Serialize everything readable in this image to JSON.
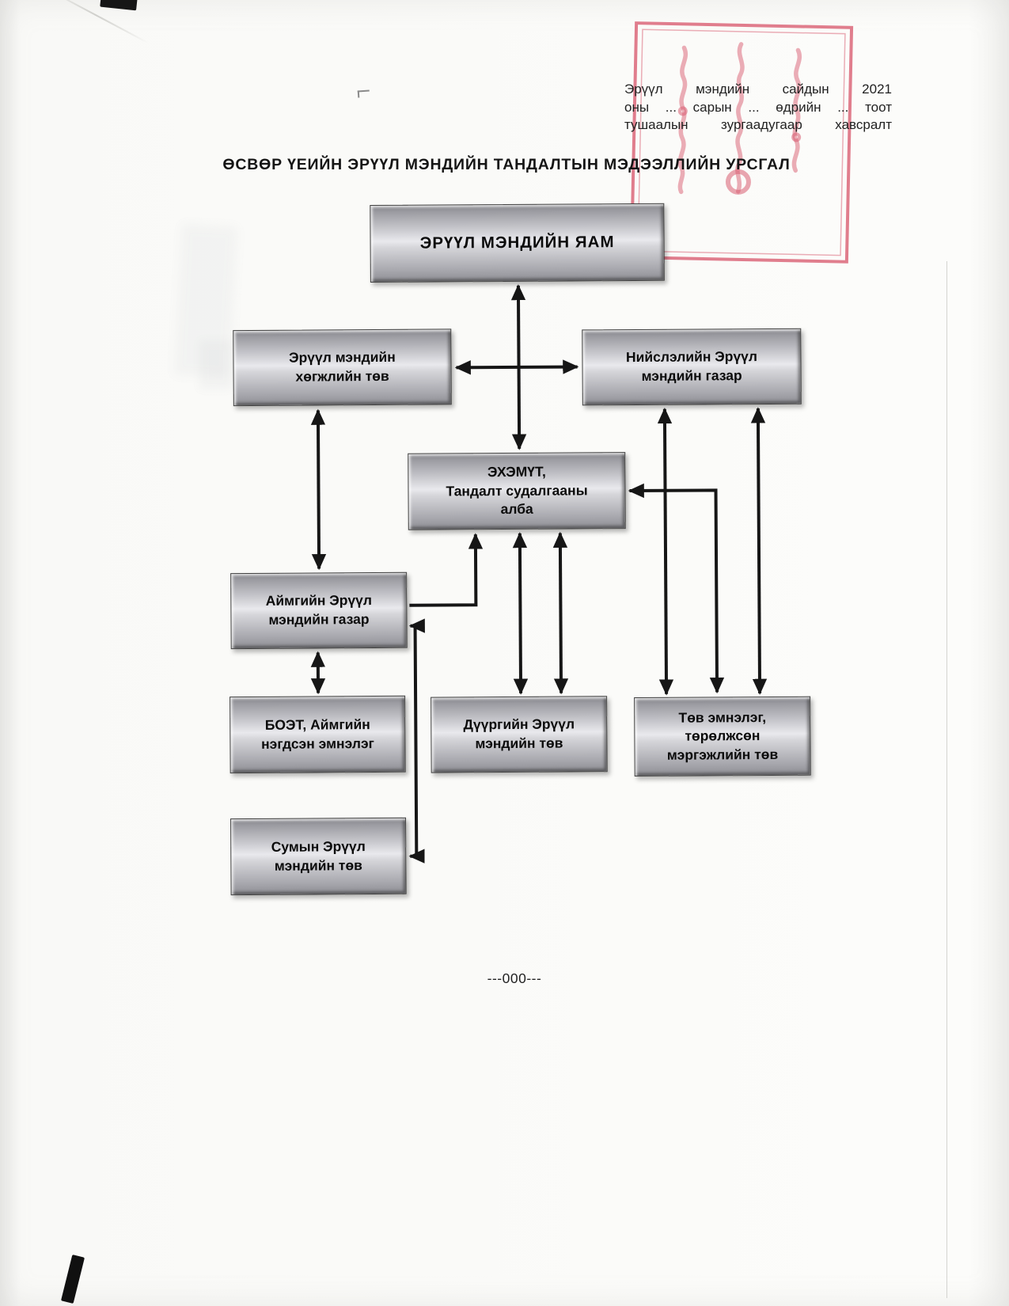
{
  "document": {
    "annotation_lines": [
      "Эрүүл мэндийн сайдын 2021",
      "оны ... сарын ... өдрийн ... тоот",
      "тушаалын зургаадугаар хавсралт"
    ],
    "title": "ӨСВӨР ҮЕИЙН ЭРҮҮЛ МЭНДИЙН ТАНДАЛТЫН МЭДЭЭЛЛИЙН УРСГАЛ",
    "footer_mark": "---000---"
  },
  "diagram": {
    "nodes": {
      "yam": {
        "label": "ЭРҮҮЛ МЭНДИЙН  ЯАМ"
      },
      "hugjil": {
        "label": "Эрүүл мэндийн\nхөгжлийн төв"
      },
      "niislel": {
        "label": "Нийслэлийн Эрүүл\nмэндийн газар"
      },
      "ehemut": {
        "label": "ЭХЭМҮТ,\nТандалт судалгааны\nалба"
      },
      "aimag": {
        "label": "Аймгийн Эрүүл\nмэндийн газар"
      },
      "boet": {
        "label": "БОЭТ, Аймгийн\nнэгдсэн эмнэлэг"
      },
      "duureg": {
        "label": "Дүүргийн Эрүүл\nмэндийн төв"
      },
      "tov": {
        "label": "Төв эмнэлэг,\nтөрөлжсөн\nмэргэжлийн төв"
      },
      "sum": {
        "label": "Сумын Эрүүл\nмэндийн төв"
      }
    },
    "edges": [
      {
        "from": "yam",
        "to": "ehemut",
        "style": "straight",
        "arrows": "both"
      },
      {
        "from": "hugjil",
        "to": "niislel",
        "style": "straight",
        "arrows": "both"
      },
      {
        "from": "hugjil",
        "to": "aimag",
        "style": "straight",
        "arrows": "both"
      },
      {
        "from": "aimag",
        "to": "boet",
        "style": "straight",
        "arrows": "both"
      },
      {
        "from": "ehemut",
        "to": "duureg",
        "style": "double-straight",
        "arrows": "both"
      },
      {
        "from": "niislel",
        "to": "tov",
        "style": "double-straight",
        "arrows": "both"
      },
      {
        "from": "ehemut",
        "to": "tov",
        "style": "elbow",
        "arrows": "both"
      },
      {
        "from": "aimag",
        "to": "ehemut",
        "style": "elbow",
        "arrows": "end"
      },
      {
        "from": "aimag",
        "to": "sum",
        "style": "elbow",
        "arrows": "both"
      }
    ]
  },
  "colors": {
    "stamp_red": "#d95e72",
    "arrow_black": "#161616",
    "box_face_gray": "#c6c6cb"
  }
}
